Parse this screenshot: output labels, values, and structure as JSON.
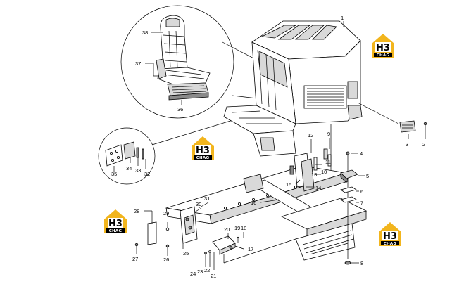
{
  "diagram": {
    "labels": {
      "p1": "1",
      "p2": "2",
      "p3": "3",
      "p4": "4",
      "p5": "5",
      "p6": "6",
      "p7": "7",
      "p8": "8",
      "p9": "9",
      "p10": "10",
      "p11": "11",
      "p12": "12",
      "p13": "13",
      "p14": "14",
      "p15": "15",
      "p16": "16",
      "p17": "17",
      "p18": "18",
      "p19": "19",
      "p20": "20",
      "p21": "21",
      "p22": "22",
      "p23": "23",
      "p24": "24",
      "p25": "25",
      "p26": "26",
      "p27": "27",
      "p28": "28",
      "p29": "29",
      "p30": "30",
      "p31": "31",
      "p32": "32",
      "p33": "33",
      "p34": "34",
      "p35": "35",
      "p36": "36",
      "p37": "37",
      "p38": "38"
    },
    "logo": {
      "mark": "H3",
      "name": "CHAG",
      "color": "#f2b51d"
    }
  }
}
